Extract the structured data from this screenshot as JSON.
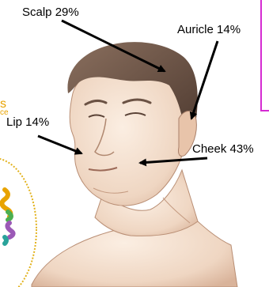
{
  "labels": {
    "scalp": "Scalp 29%",
    "auricle": "Auricle 14%",
    "lip": "Lip 14%",
    "cheek": "Cheek 43%"
  },
  "fragments": {
    "left_letter": "s",
    "left_word": "ce"
  },
  "colors": {
    "panel_border": "#d52bd2",
    "arrow": "#000000",
    "accent_yellow": "#e8a300"
  }
}
